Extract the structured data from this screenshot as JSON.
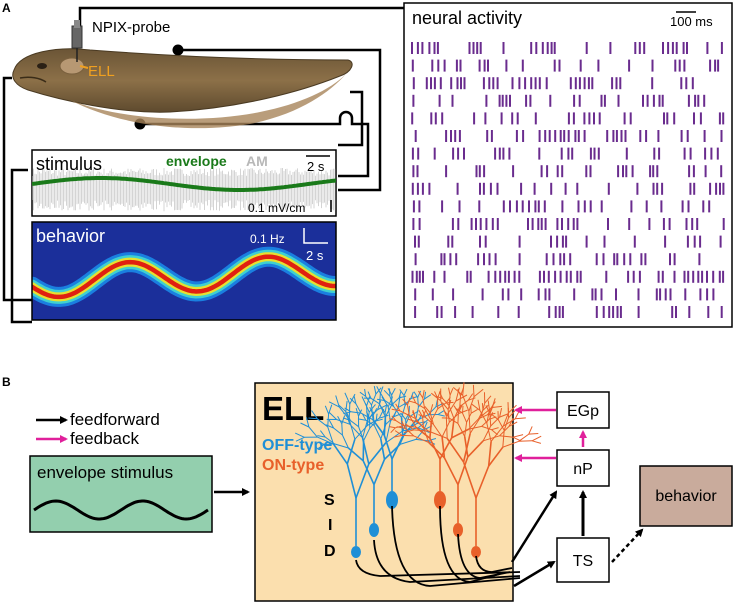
{
  "panel_a": {
    "label": "A",
    "probe_label": "NPIX-probe",
    "ell_label": "ELL",
    "stimulus": {
      "title": "stimulus",
      "envelope_label": "envelope",
      "am_label": "AM",
      "scale_time": "2 s",
      "scale_amp": "0.1 mV/cm"
    },
    "behavior": {
      "title": "behavior",
      "scale_freq": "0.1 Hz",
      "scale_time": "2 s"
    },
    "neural": {
      "title": "neural activity",
      "scale_time": "100 ms",
      "rows": 16
    }
  },
  "panel_b": {
    "label": "B",
    "legend": {
      "feedforward": "feedforward",
      "feedback": "feedback"
    },
    "stimulus_box": "envelope stimulus",
    "ell": {
      "title": "ELL",
      "off_type": "OFF-type",
      "on_type": "ON-type",
      "layers": [
        "S",
        "I",
        "D"
      ]
    },
    "nodes": {
      "egp": "EGp",
      "np": "nP",
      "ts": "TS",
      "behavior": "behavior"
    }
  },
  "colors": {
    "spike": "#6a2c8e",
    "envelope": "#1a7a1a",
    "am": "#b8b8b8",
    "off_type": "#1f8fd6",
    "on_type": "#e8602a",
    "feedback": "#e0209b",
    "ell_bg": "#fbdfae",
    "stimulus_bg": "#93cfae",
    "behavior_bg": "#c9ab9c",
    "probe_label": "#f0a020",
    "heatmap_bg": "#1b2f9a"
  }
}
